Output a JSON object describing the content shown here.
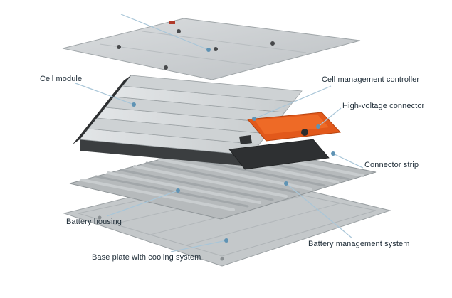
{
  "diagram": {
    "labels": [
      {
        "id": "cell-module",
        "text": "Cell module"
      },
      {
        "id": "cell-management-controller",
        "text": "Cell management controller"
      },
      {
        "id": "high-voltage-connector",
        "text": "High-voltage connector"
      },
      {
        "id": "connector-strip",
        "text": "Connector strip"
      },
      {
        "id": "battery-housing",
        "text": "Battery housing"
      },
      {
        "id": "base-plate",
        "text": "Base plate with cooling system"
      },
      {
        "id": "battery-management-system",
        "text": "Battery management system"
      }
    ],
    "colors": {
      "accent_orange": "#e2591b",
      "accent_orange_light": "#ef6c28",
      "leader_line": "#a9c6d8",
      "dot": "#5f93b4",
      "label_text": "#1d2b36",
      "metal_light": "#d8dbdd",
      "metal_mid": "#c4c8ca",
      "metal_dark": "#2e3032",
      "background": "#ffffff"
    }
  }
}
